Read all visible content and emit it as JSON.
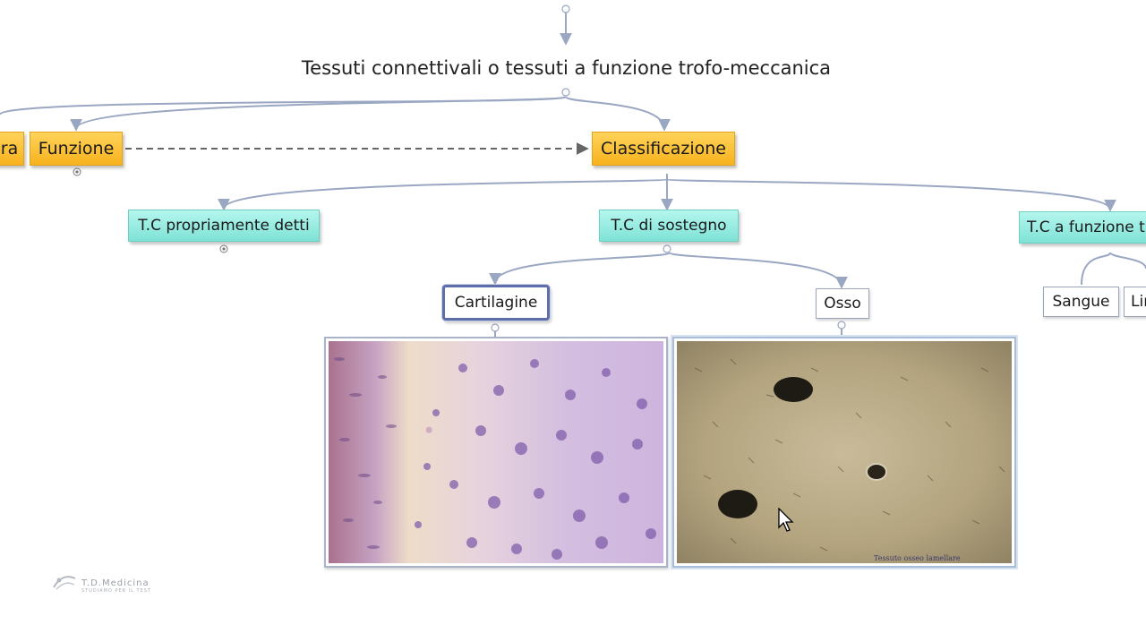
{
  "map": {
    "title": "Tessuti connettivali o tessuti a funzione trofo-meccanica",
    "level1": {
      "left_partial": "ra",
      "funzione": "Funzione",
      "classificazione": "Classificazione"
    },
    "level2": {
      "propriamente": "T.C propriamente detti",
      "sostegno": "T.C di sostegno",
      "funzione_trofica": "T.C a funzione t"
    },
    "level3": {
      "cartilagine": "Cartilagine",
      "osso": "Osso",
      "sangue": "Sangue",
      "linfa_partial": "Lir"
    },
    "images": {
      "bone_caption": "Tessuto osseo lamellare"
    }
  },
  "watermark": {
    "brand": "T.D.Medicina",
    "tagline": "STUDIAMO PER IL TEST"
  },
  "colors": {
    "orange_node": "#f7b21d",
    "teal_node": "#7fe2d6",
    "connector": "#9aa7c2",
    "selected_border": "#5d6ea8"
  }
}
